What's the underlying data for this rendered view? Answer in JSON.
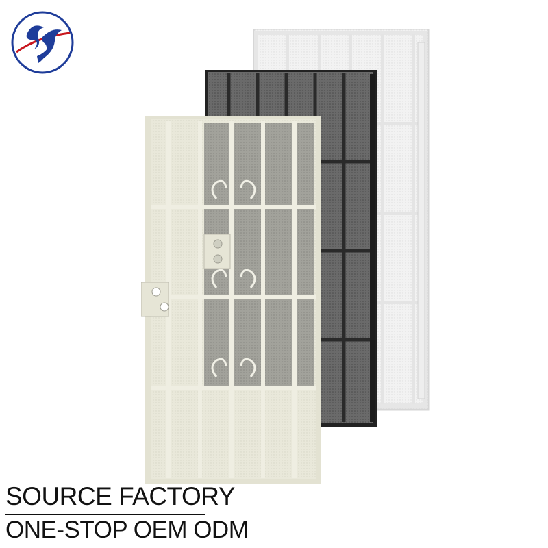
{
  "brand": {
    "logo_icon": "dove-on-globe-logo-icon",
    "colors": {
      "logo_blue": "#1f3d9a",
      "logo_red": "#c8161d"
    }
  },
  "products": [
    {
      "name": "white-security-door",
      "color": "#f4f4f4"
    },
    {
      "name": "black-security-door",
      "color": "#2a2a2a"
    },
    {
      "name": "almond-security-door",
      "color": "#e8e7d8"
    }
  ],
  "captions": {
    "line1": "SOURCE FACTORY",
    "line2": "ONE-STOP OEM ODM"
  }
}
